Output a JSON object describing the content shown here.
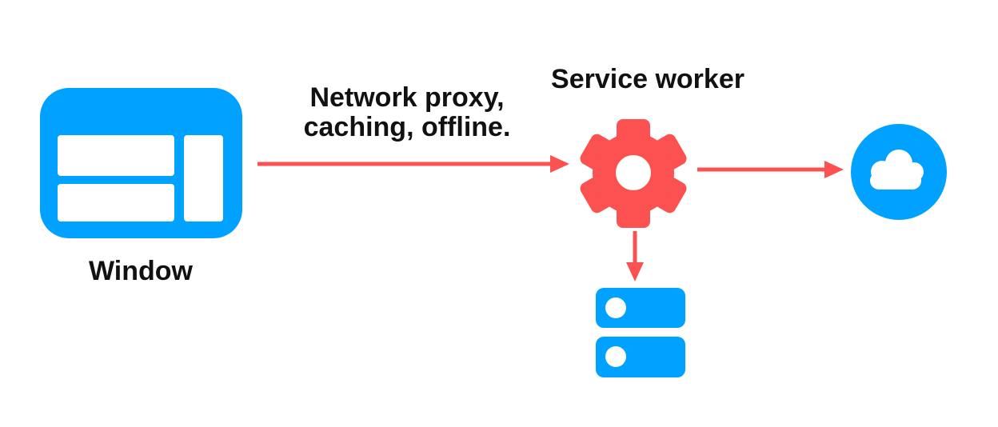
{
  "labels": {
    "window": "Window",
    "service_worker": "Service worker",
    "edge_line1": "Network proxy,",
    "edge_line2": "caching, offline."
  },
  "icons": {
    "window": "browser-window-icon",
    "service_worker": "gear-icon",
    "cloud": "cloud-icon",
    "storage": "database-stack-icon"
  },
  "edges": [
    {
      "from": "window",
      "to": "service_worker",
      "label": "Network proxy, caching, offline."
    },
    {
      "from": "service_worker",
      "to": "cloud"
    },
    {
      "from": "service_worker",
      "to": "storage"
    }
  ],
  "colors": {
    "blue": "#00A1FF",
    "red": "#FC5151",
    "text": "#111111",
    "background": "#FFFFFF"
  }
}
